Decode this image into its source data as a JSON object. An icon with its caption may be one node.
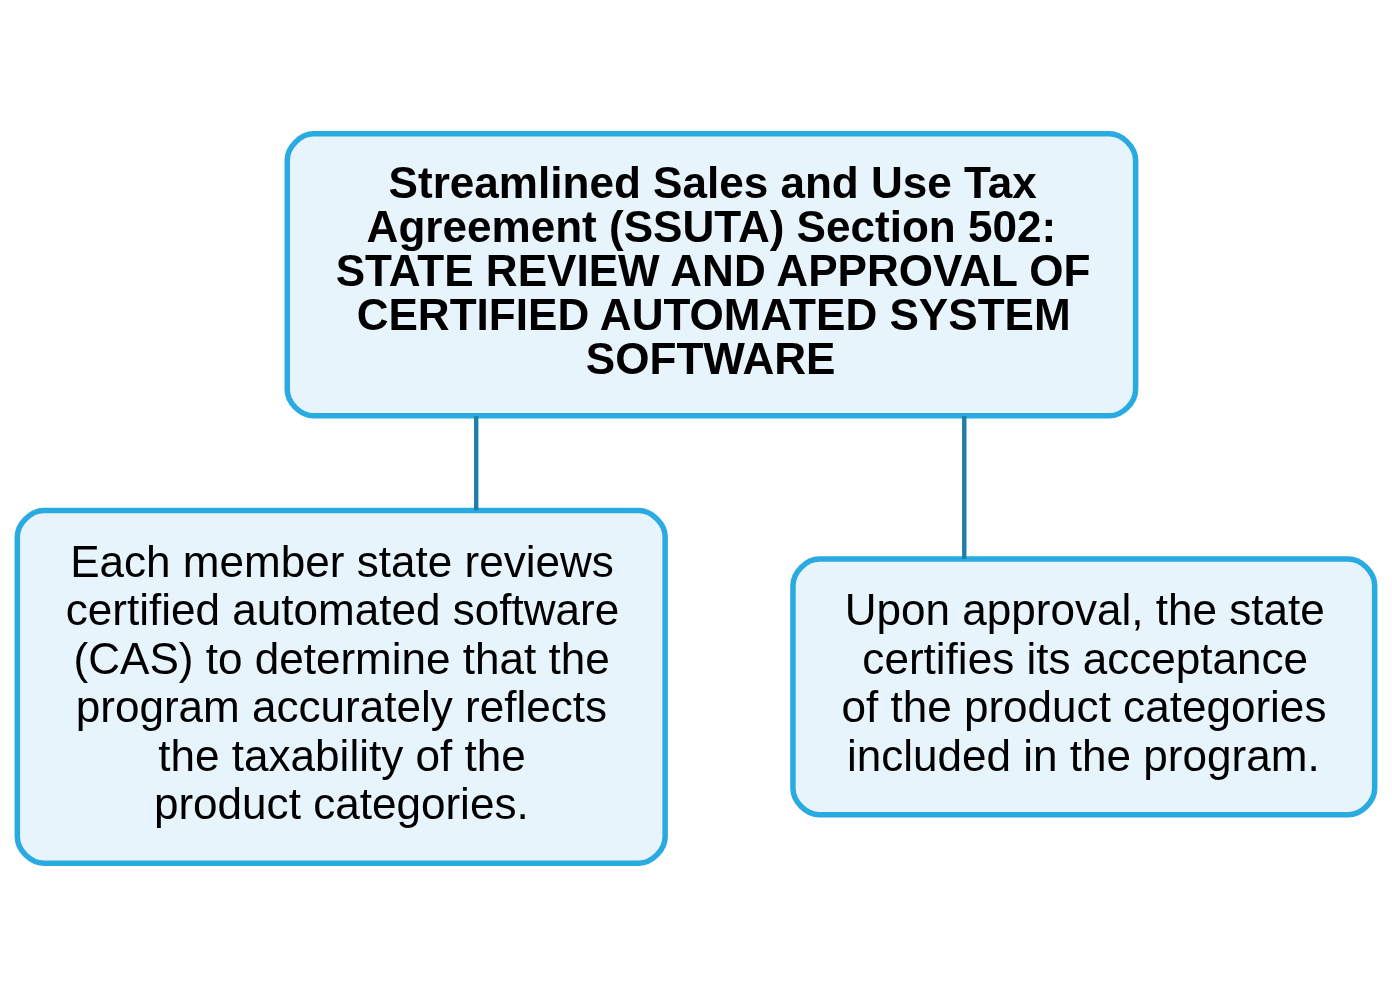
{
  "diagram": {
    "nodes": [
      {
        "text": [
          "Streamlined Sales and Use Tax Agreement (SSUTA) Section 502: STATE REVIEW AND APPROVAL OF CERTIFIED AUTOMATED SYSTEM SOFTWARE"
        ]
      },
      {
        "text": [
          "Each member state reviews certified automated software (CAS) to determine that the program accurately reflects the taxability of the product categories."
        ]
      },
      {
        "text": [
          "Upon approval, the state certifies its acceptance of the product categories included in the program."
        ]
      }
    ],
    "edges": [
      {
        "from": 0,
        "to": 1,
        "arrow": "none"
      },
      {
        "from": 0,
        "to": 2,
        "arrow": "none"
      }
    ]
  }
}
